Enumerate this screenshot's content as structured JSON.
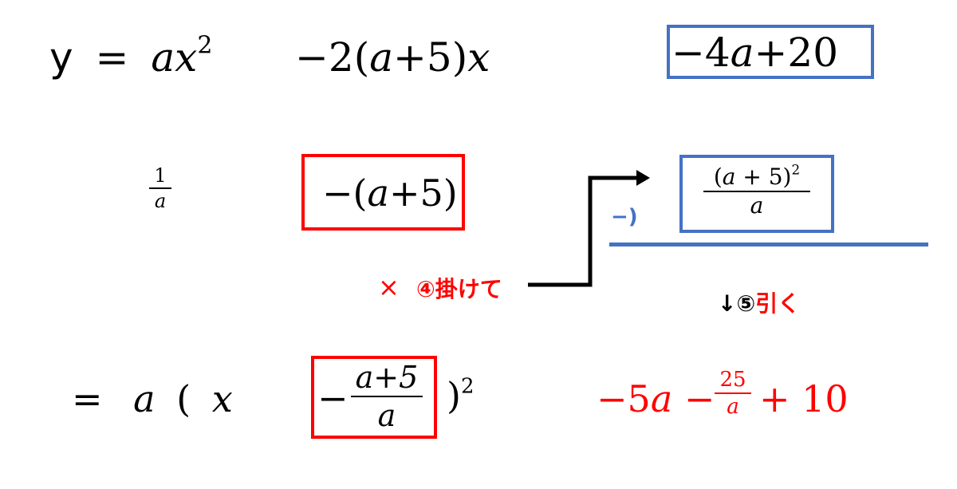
{
  "row1": {
    "lhs_y": "y",
    "equals": "=",
    "a": "a",
    "x": "x",
    "exp": "2",
    "linear_term": "−2(",
    "linear_a": "a",
    "linear_rest": "+5)",
    "linear_x": "x",
    "const_minus4": "−4",
    "const_a": "a",
    "const_rest": "+20"
  },
  "row2": {
    "frac_num": "1",
    "frac_den": "a",
    "neg_open": "−(",
    "neg_a": "a",
    "neg_rest": "+5)",
    "minus_label": "−)",
    "square_num_open": "(",
    "square_num_a": "a",
    "square_num_rest": " + 5)",
    "square_exp": "2",
    "square_den": "a"
  },
  "annotation": {
    "times_symbol": "×",
    "step4_label": "④掛けて",
    "step5_arrow": "↓⑤",
    "step5_label": "引く"
  },
  "row3": {
    "equals": "=",
    "a": "a",
    "open_paren": "(",
    "x": "x",
    "minus": "−",
    "frac_num": "a+5",
    "frac_den": "a",
    "close_paren": ")",
    "exp": "2",
    "result_minus5": "−5",
    "result_a": "a",
    "result_minus": "−",
    "result_frac_num": "25",
    "result_frac_den": "a",
    "result_plus10": "+ 10"
  },
  "colors": {
    "red": "#ff0000",
    "blue": "#4472c4",
    "black": "#000000"
  }
}
